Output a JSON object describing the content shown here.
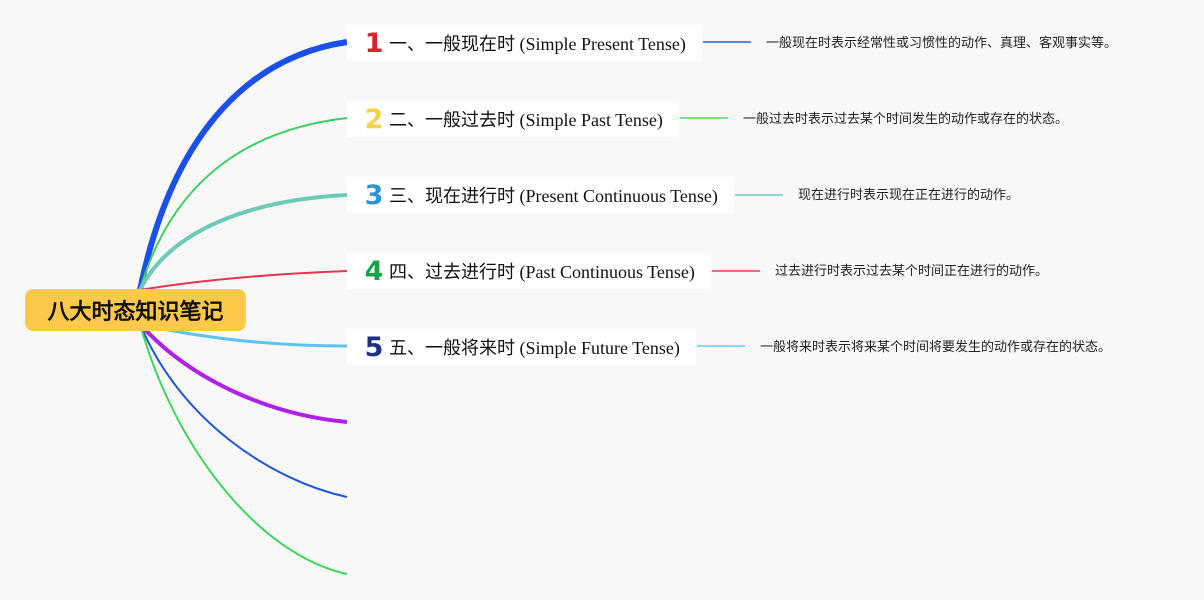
{
  "root": {
    "label": "八大时态知识笔记"
  },
  "branches": [
    {
      "number": "1",
      "number_color": "#d8232a",
      "line_color": "#1a4fe8",
      "connector_color": "#5b86f0",
      "label": "一、一般现在时 (Simple Present Tense)",
      "desc": "一般现在时表示经常性或习惯性的动作、真理、客观事实等。"
    },
    {
      "number": "2",
      "number_color": "#f5d04a",
      "line_color": "#3fcf5f",
      "connector_color": "#7edf8e",
      "label": "二、一般过去时 (Simple Past Tense)",
      "desc": "一般过去时表示过去某个时间发生的动作或存在的状态。"
    },
    {
      "number": "3",
      "number_color": "#2a94d6",
      "line_color": "#6ec9b8",
      "connector_color": "#8fd8cb",
      "label": "三、现在进行时 (Present Continuous Tense)",
      "desc": "现在进行时表示现在正在进行的动作。"
    },
    {
      "number": "4",
      "number_color": "#16a34a",
      "line_color": "#e63550",
      "connector_color": "#ec6b7d",
      "label": "四、过去进行时 (Past Continuous Tense)",
      "desc": "过去进行时表示过去某个时间正在进行的动作。"
    },
    {
      "number": "5",
      "number_color": "#1e2f86",
      "line_color": "#5cc4ee",
      "connector_color": "#8ad6f2",
      "label": "五、一般将来时 (Simple Future Tense)",
      "desc": "一般将来时表示将来某个时间将要发生的动作或存在的状态。"
    }
  ],
  "empty_branch_colors": [
    "#b020e8",
    "#1e56d8",
    "#3ed65a"
  ]
}
